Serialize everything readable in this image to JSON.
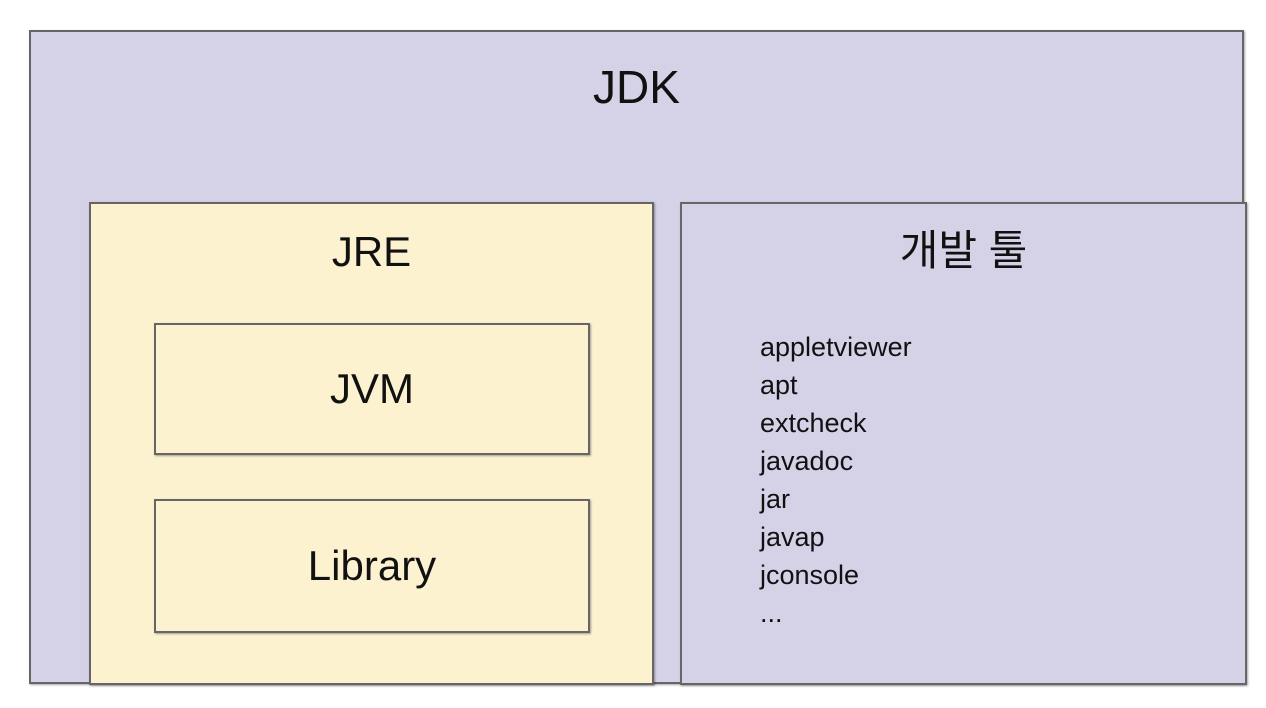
{
  "title": "JDK",
  "jre": {
    "title": "JRE",
    "jvm_label": "JVM",
    "library_label": "Library"
  },
  "dev_tools": {
    "title": "개발 툴",
    "items": [
      "appletviewer",
      "apt",
      "extcheck",
      "javadoc",
      "jar",
      "javap",
      "jconsole",
      "..."
    ]
  },
  "colors": {
    "outer_fill": "#d5d1e6",
    "inner_fill": "#fdf2d0",
    "border": "#666666",
    "text": "#111111"
  }
}
